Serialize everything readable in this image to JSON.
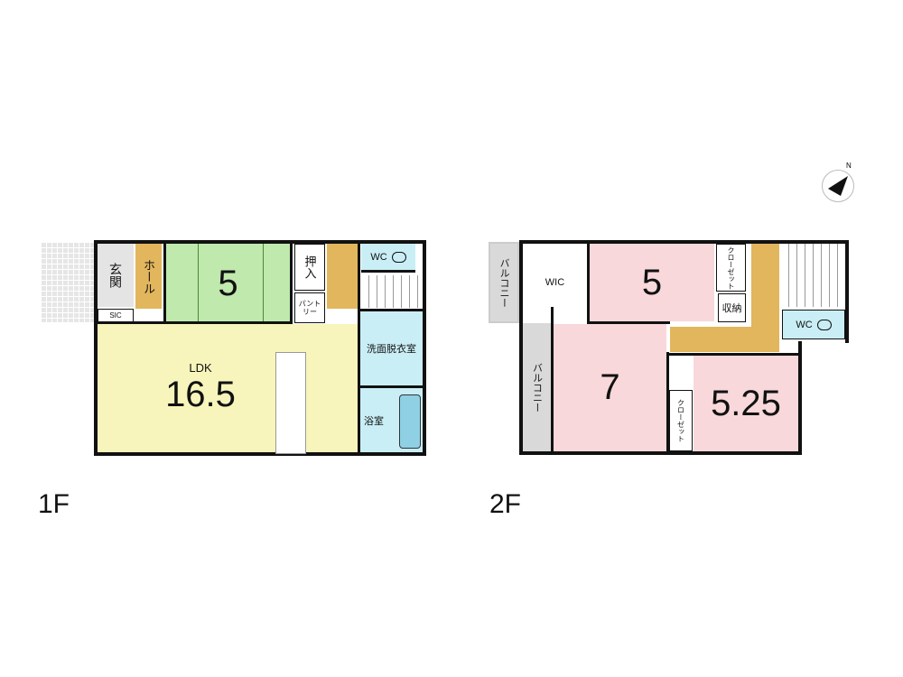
{
  "floor1": {
    "label": "1F",
    "rooms": {
      "genkan": "玄関",
      "sic": "SIC",
      "hall": "ホール",
      "washitsu": "5",
      "oshiire": "押入",
      "pantry": "パントリー",
      "wc": "WC",
      "senmen": "洗面脱衣室",
      "yokushitsu": "浴室",
      "ldk_label": "LDK",
      "ldk_size": "16.5"
    }
  },
  "floor2": {
    "label": "2F",
    "rooms": {
      "balcony_top": "バルコニー",
      "wic": "WIC",
      "room5": "5",
      "closet_top": "クローゼット",
      "shuno": "収納",
      "wc": "WC",
      "balcony_side": "バルコニー",
      "room7": "7",
      "closet_bottom": "クローゼット",
      "room525": "5.25"
    }
  },
  "compass": {
    "label": "N"
  },
  "colors": {
    "green": "#bfe9ad",
    "yellow": "#f7f5bb",
    "blue": "#c9eef6",
    "orange": "#e2b65c",
    "pink": "#f8d8da",
    "gray": "#d9d9d9"
  }
}
